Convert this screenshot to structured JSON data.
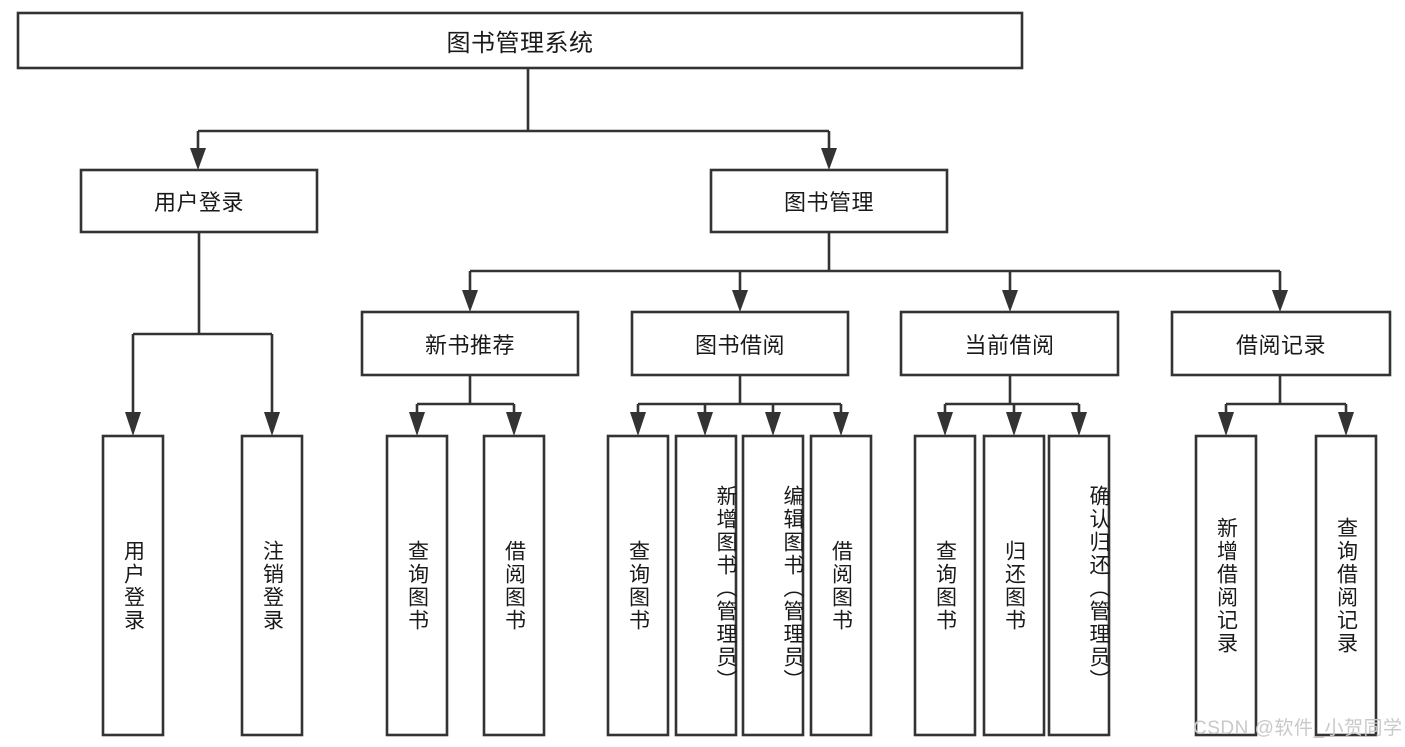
{
  "diagram": {
    "type": "tree-hierarchy",
    "title_node": {
      "label": "图书管理系统"
    },
    "level2": [
      {
        "label": "用户登录"
      },
      {
        "label": "图书管理"
      }
    ],
    "level3": [
      {
        "label": "新书推荐"
      },
      {
        "label": "图书借阅"
      },
      {
        "label": "当前借阅"
      },
      {
        "label": "借阅记录"
      }
    ],
    "leaves": {
      "user_login": [
        {
          "label": "用户登录"
        },
        {
          "label": "注销登录"
        }
      ],
      "new_book_recommend": [
        {
          "label": "查询图书"
        },
        {
          "label": "借阅图书"
        }
      ],
      "book_borrow": [
        {
          "label": "查询图书"
        },
        {
          "label": "新增图书（管理员）"
        },
        {
          "label": "编辑图书（管理员）"
        },
        {
          "label": "借阅图书"
        }
      ],
      "current_borrow": [
        {
          "label": "查询图书"
        },
        {
          "label": "归还图书"
        },
        {
          "label": "确认归还（管理员）"
        }
      ],
      "borrow_record": [
        {
          "label": "新增借阅记录"
        },
        {
          "label": "查询借阅记录"
        }
      ]
    }
  },
  "watermark": {
    "text": "CSDN @软件_小贺同学"
  },
  "colors": {
    "stroke": "#333333",
    "box_fill": "#ffffff",
    "text": "#1a1a1a",
    "watermark": "#c9c9c9",
    "background": "#ffffff"
  }
}
